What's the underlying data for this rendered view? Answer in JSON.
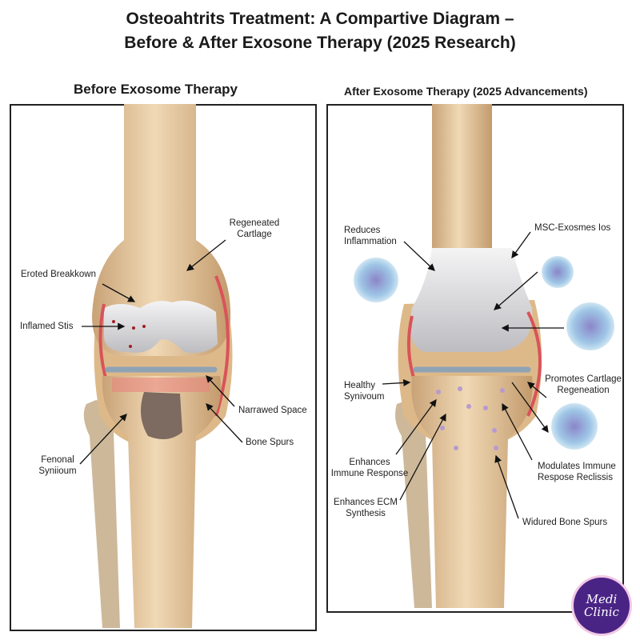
{
  "title": {
    "line1": "Osteoahtrits Treatment: A Compartive Diagram –",
    "line2": "Before & After Exosone Therapy (2025 Research)"
  },
  "left_panel": {
    "title": "Before Exosome Therapy",
    "labels": {
      "regenerated_1": "Regeneated",
      "regenerated_2": "Cartlage",
      "eroded": "Eroted Breakkown",
      "inflamed": "Inflamed Stis",
      "narrowed": "Narrawed Space",
      "spurs": "Bone Spurs",
      "femoral_1": "Fenonal",
      "femoral_2": "Syniioum"
    }
  },
  "right_panel": {
    "title": "After Exosome Therapy (2025 Advancements)",
    "labels": {
      "reduces_1": "Reduces",
      "reduces_2": "Inflammation",
      "msc": "MSC-Exosmes Ios",
      "healthy_1": "Healthy",
      "healthy_2": "Synivoum",
      "promotes_1": "Promotes Cartlage",
      "promotes_2": "Regeneation",
      "immune_1": "Enhances",
      "immune_2": "Immune Response",
      "ecm_1": "Enhances ECM",
      "ecm_2": "Synthesis",
      "modulates_1": "Modulates Immune",
      "modulates_2": "Respose Reclissis",
      "widured": "Widured Bone Spurs"
    }
  },
  "logo": {
    "line1": "Medi",
    "line2": "Clinic"
  },
  "colors": {
    "bone": "#e6c9a0",
    "bone_dark": "#c9a277",
    "cartilage": "#cfcfd2",
    "synovium": "#d9535a",
    "exosome": "#a9d3ea",
    "logo": "#4a2485"
  }
}
